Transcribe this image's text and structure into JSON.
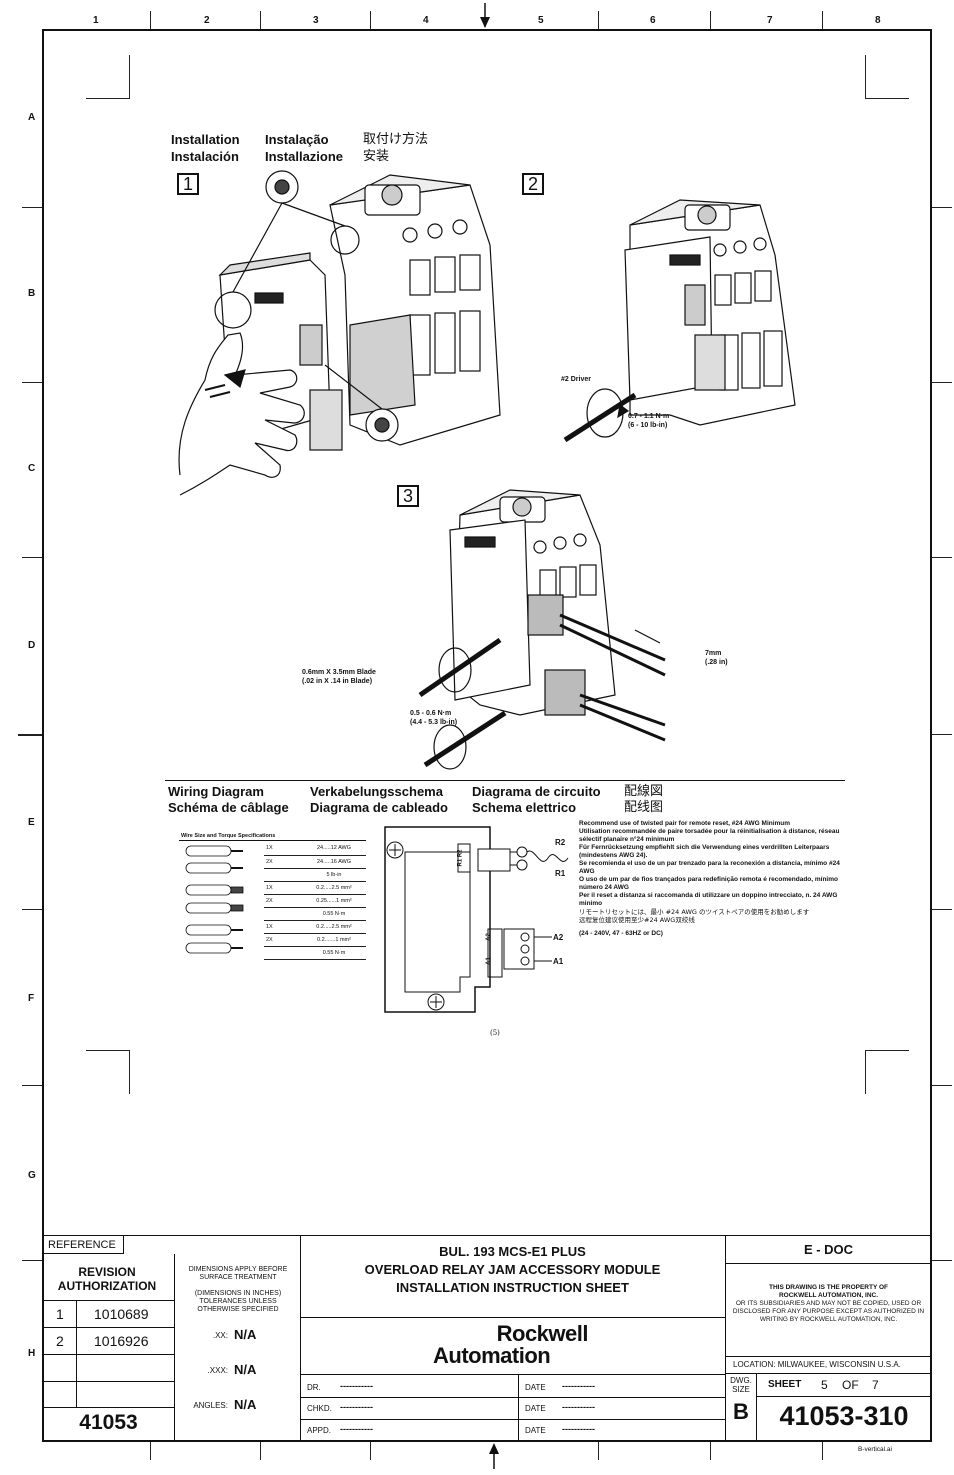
{
  "zones": {
    "columns": [
      "1",
      "2",
      "3",
      "4",
      "5",
      "6",
      "7",
      "8"
    ],
    "rows": [
      "A",
      "B",
      "C",
      "D",
      "E",
      "F",
      "G",
      "H"
    ]
  },
  "installation": {
    "headings": [
      "Installation",
      "Instalação",
      "取付け方法",
      "Instalación",
      "Installazione",
      "安装"
    ],
    "steps": [
      "1",
      "2",
      "3"
    ],
    "callouts": {
      "driver": "#2 Driver",
      "torque1": "0.7 - 1.1 N·m",
      "torque1_lb": "(6 - 10 lb-in)",
      "blade": "0.6mm X 3.5mm Blade",
      "blade_in": "(.02 in X .14 in Blade)",
      "torque2": "0.5 - 0.6 N·m",
      "torque2_lb": "(4.4 - 5.3 lb-in)",
      "strip": "7mm",
      "strip_in": "(.28 in)"
    }
  },
  "wiring": {
    "headings": [
      "Wiring Diagram",
      "Verkabelungsschema",
      "Diagrama de circuito",
      "配線図",
      "Schéma de câblage",
      "Diagrama de cableado",
      "Schema elettrico",
      "配线图"
    ],
    "spec_table": {
      "title": "Wire Size and Torque Specifications",
      "rows": [
        [
          "1X",
          "24.....12 AWG"
        ],
        [
          "2X",
          "24.....16 AWG"
        ],
        [
          "",
          "5 lb-in"
        ],
        [
          "1X",
          "0.2.....2.5 mm²"
        ],
        [
          "2X",
          "0.25......1 mm²"
        ],
        [
          "",
          "0.55 N·m"
        ],
        [
          "1X",
          "0.2.....2.5 mm²"
        ],
        [
          "2X",
          "0.2.......1 mm²"
        ],
        [
          "",
          "0.55 N·m"
        ]
      ]
    },
    "terminals": {
      "r2": "R2",
      "r1": "R1",
      "a2": "A2",
      "a1": "A1"
    },
    "module_labels": {
      "r1r2": "R1 R2",
      "a2": "A2",
      "a1": "A1"
    },
    "page_marker": "(5)",
    "notes": [
      "Recommend use of twisted pair for remote reset, #24 AWG Minimum",
      "Utilisation recommandée de paire torsadée pour la réinitialisation à distance, réseau sélectif planaire n°24 minimum",
      "Für Fernrücksetzung empfiehlt sich die Verwendung eines verdrillten Leiterpaars (mindestens AWG 24).",
      "Se recomienda el uso de un par trenzado para la reconexión a distancia, mínimo #24 AWG",
      "O uso de um par de fios trançados para redefinição remota é recomendado, mínimo número 24 AWG",
      "Per il reset a distanza si raccomanda di utilizzare un doppino intrecciato, n. 24 AWG minimo",
      "リモートリセットには、最小 #24 AWG のツイストペアの使用をお勧めします",
      "远程复位建议使用至少#24 AWG双绞线",
      "(24 - 240V, 47 - 63HZ or DC)"
    ]
  },
  "title_block": {
    "reference_label": "REFERENCE",
    "revision_label": "REVISION AUTHORIZATION",
    "revisions": [
      [
        "1",
        "1010689"
      ],
      [
        "2",
        "1016926"
      ]
    ],
    "part_no": "41053",
    "dim_note_1": "DIMENSIONS APPLY BEFORE SURFACE TREATMENT",
    "dim_note_2": "(DIMENSIONS IN INCHES) TOLERANCES UNLESS OTHERWISE SPECIFIED",
    "tol_xx_label": ".XX:",
    "tol_xx": "N/A",
    "tol_xxx_label": ".XXX:",
    "tol_xxx": "N/A",
    "angles_label": "ANGLES:",
    "angles": "N/A",
    "title_1": "BUL. 193 MCS-E1 PLUS",
    "title_2": "OVERLOAD RELAY JAM ACCESSORY MODULE",
    "title_3": "INSTALLATION INSTRUCTION SHEET",
    "logo_1": "Rockwell",
    "logo_2": "Automation",
    "dr_label": "DR.",
    "chkd_label": "CHKD.",
    "appd_label": "APPD.",
    "date_label": "DATE",
    "blank": "-----------",
    "edoc": "E - DOC",
    "property_1": "THIS DRAWING IS THE PROPERTY OF",
    "property_2": "ROCKWELL AUTOMATION, INC.",
    "property_3": "OR ITS SUBSIDIARIES AND MAY NOT BE COPIED, USED OR DISCLOSED FOR ANY PURPOSE EXCEPT AS AUTHORIZED IN WRITING BY ROCKWELL AUTOMATION, INC.",
    "location": "LOCATION:  MILWAUKEE,  WISCONSIN  U.S.A.",
    "dwg_size_label": "DWG. SIZE",
    "dwg_size": "B",
    "sheet_label": "SHEET",
    "sheet_no": "5",
    "sheet_of": "OF",
    "sheet_total": "7",
    "dwg_no": "41053-310",
    "file_name": "B-vertical.ai"
  }
}
